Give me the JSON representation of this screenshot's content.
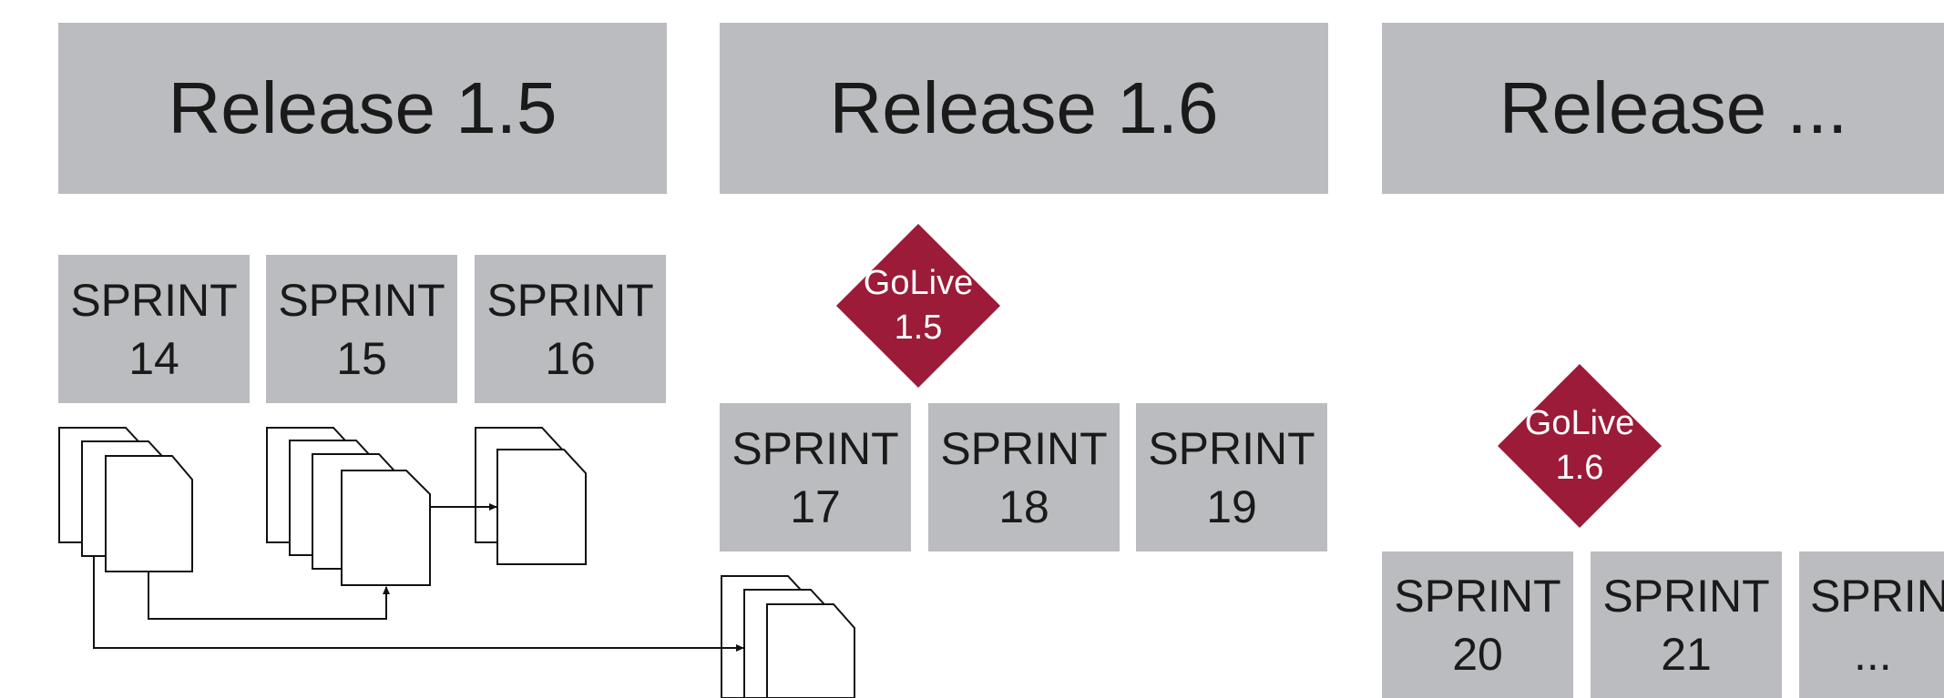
{
  "colors": {
    "box_fill": "#bbbcbf",
    "text": "#1a1a1a",
    "milestone_fill": "#9b1b38",
    "milestone_text": "#ffffff",
    "line": "#111111"
  },
  "releases": [
    {
      "label": "Release 1.5"
    },
    {
      "label": "Release 1.6"
    },
    {
      "label": "Release ..."
    }
  ],
  "sprints": [
    {
      "line1": "SPRINT",
      "line2": "14"
    },
    {
      "line1": "SPRINT",
      "line2": "15"
    },
    {
      "line1": "SPRINT",
      "line2": "16"
    },
    {
      "line1": "SPRINT",
      "line2": "17"
    },
    {
      "line1": "SPRINT",
      "line2": "18"
    },
    {
      "line1": "SPRINT",
      "line2": "19"
    },
    {
      "line1": "SPRINT",
      "line2": "20"
    },
    {
      "line1": "SPRINT",
      "line2": "21"
    },
    {
      "line1": "SPRIN",
      "line2": "..."
    }
  ],
  "milestones": [
    {
      "line1": "GoLive",
      "line2": "1.5"
    },
    {
      "line1": "GoLive",
      "line2": "1.6"
    }
  ],
  "icons": {
    "document_stack": "document-stack-icon",
    "arrow": "connector-arrow"
  }
}
